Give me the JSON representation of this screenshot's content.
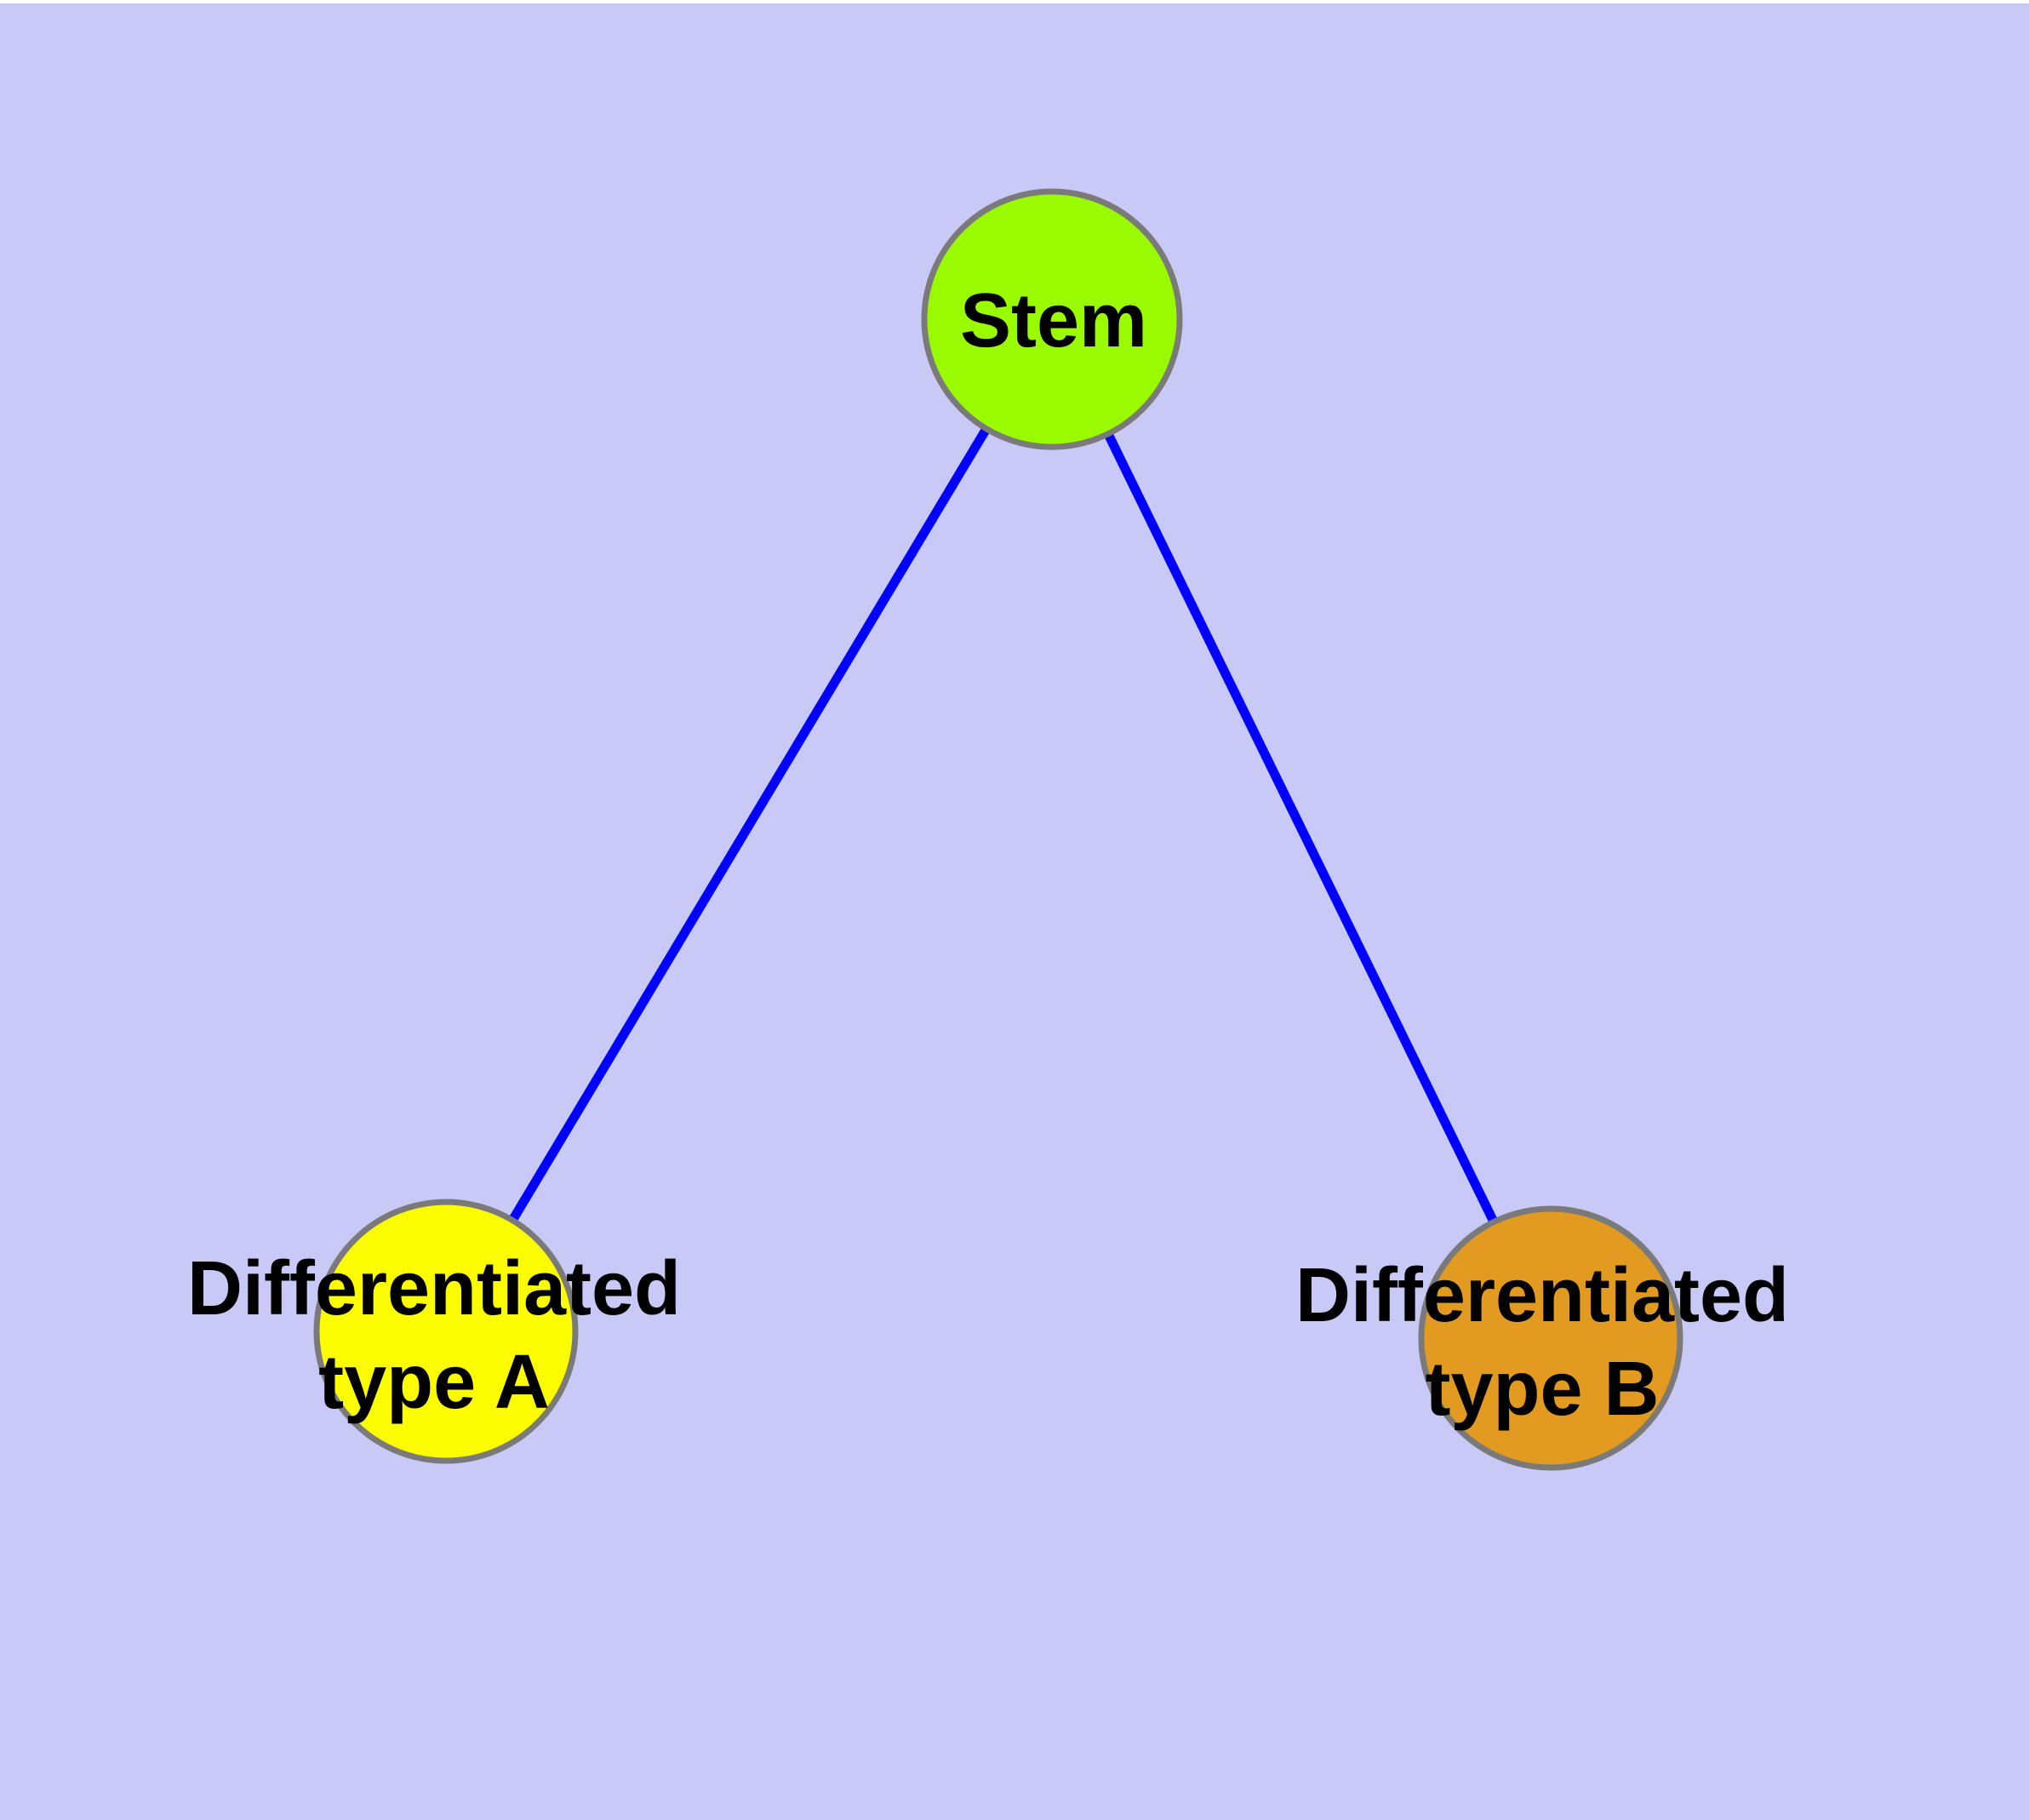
{
  "diagram": {
    "type": "graph",
    "background_color": "#C9C9F8",
    "frame_color": "#FFFFFF",
    "edge_color": "#0000FF",
    "node_border_color": "#7A7A7A",
    "label_color": "#000000",
    "nodes": [
      {
        "id": "stem",
        "label": "Stem",
        "color": "#9AFB00"
      },
      {
        "id": "differentiated-type-a",
        "label": "Differentiated type A",
        "label_line1": "Differentiated",
        "label_line2": "type A",
        "color": "#FCFC00"
      },
      {
        "id": "differentiated-type-b",
        "label": "Differentiated type B",
        "label_line1": "Differentiated",
        "label_line2": "type B",
        "color": "#E29A20"
      }
    ],
    "edges": [
      {
        "from": "stem",
        "to": "differentiated-type-a"
      },
      {
        "from": "stem",
        "to": "differentiated-type-b"
      }
    ]
  }
}
